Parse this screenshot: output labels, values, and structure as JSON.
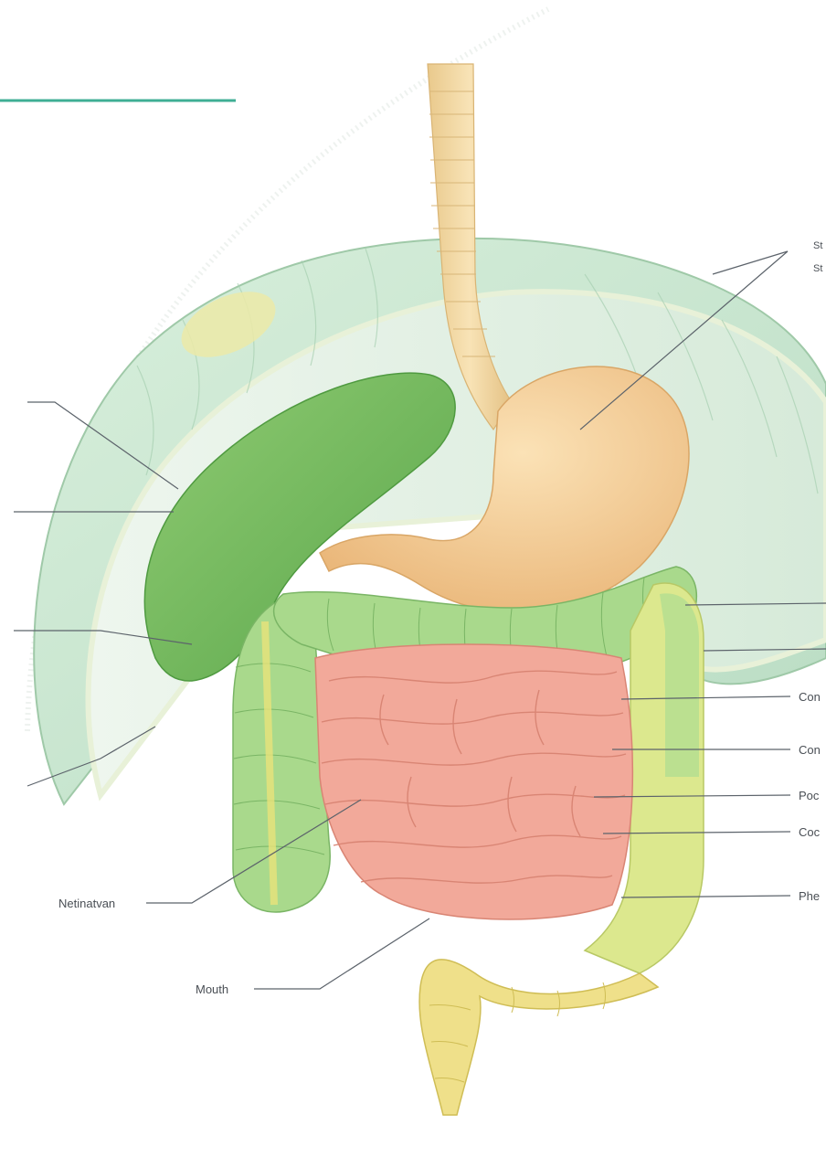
{
  "colors": {
    "accent_line": "#3fae94",
    "peritoneum": "#cfe8d6",
    "liver_green": "#7fc06a",
    "stomach": "#f6cf98",
    "esophagus": "#f4d9a4",
    "colon_green": "#a9d98c",
    "colon_yellow": "#efe08a",
    "small_intestine": "#f2a99a",
    "leader_line": "#5c636b"
  },
  "labels": {
    "right_top_1": "St",
    "right_top_2": "St",
    "right_3": "Con",
    "right_4": "Con",
    "right_5": "Poc",
    "right_6": "Coc",
    "right_7": "Phe",
    "left_bottom_1": "Netinatvan",
    "left_bottom_2": "Mouth"
  }
}
